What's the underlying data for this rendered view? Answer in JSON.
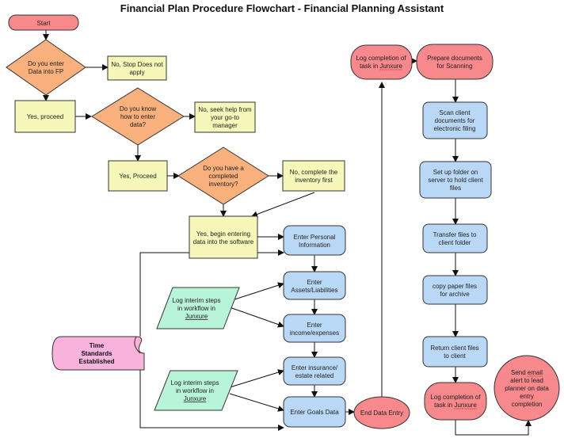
{
  "title": "Financial Plan Procedure Flowchart - Financial Planning Assistant",
  "colors": {
    "start_fill": "#f7888b",
    "decision_fill": "#f8b07c",
    "note_fill": "#f5f8b8",
    "process_fill": "#b9d8f6",
    "log_fill": "#b8f4d8",
    "time_fill": "#f7b3dc",
    "stroke": "#333333"
  },
  "nodes": {
    "start": [
      "Start"
    ],
    "q_enter_data": [
      "Do you enter",
      "Data into FP"
    ],
    "no_stop": [
      "No, Stop Does not",
      "apply"
    ],
    "yes_proceed_1": [
      "Yes, proceed"
    ],
    "q_know_how": [
      "Do you know",
      "how to enter",
      "data?"
    ],
    "no_seek_help": [
      "No, seek help from",
      "your go-to",
      "manager"
    ],
    "yes_proceed_2": [
      "Yes, Proceed"
    ],
    "q_inventory": [
      "Do you have a",
      "completed",
      "inventory?"
    ],
    "no_complete_inventory": [
      "No, complete the",
      "inventory first"
    ],
    "yes_begin": [
      "Yes, begin entering",
      "data into the software"
    ],
    "enter_personal": [
      "Enter Personal",
      "Information"
    ],
    "enter_assets": [
      "Enter",
      "Assets/Liabilities"
    ],
    "enter_income": [
      "Enter",
      "income/expenses"
    ],
    "enter_insurance": [
      "Enter insurance/",
      "estate related"
    ],
    "enter_goals": [
      "Enter Goals Data"
    ],
    "log_interim_1": [
      "Log interim steps",
      "in workflow in",
      "Junxure"
    ],
    "log_interim_2": [
      "Log interim steps",
      "in workflow in",
      "Junxure"
    ],
    "time_standards": [
      "Time",
      "Standards",
      "Established"
    ],
    "end_data_entry": [
      "End Data Entry"
    ],
    "log_completion_top": [
      "Log completion of",
      "task in Junxure"
    ],
    "prepare_docs": [
      "Prepare documents",
      "for Scanning"
    ],
    "scan_docs": [
      "Scan client",
      "documents for",
      "electronic filing"
    ],
    "setup_folder": [
      "Set up folder on",
      "server to hold client",
      "files"
    ],
    "transfer_files": [
      "Transfer files to",
      "client folder"
    ],
    "copy_paper": [
      "copy paper files",
      "for archive"
    ],
    "return_files": [
      "Return client files",
      "to client"
    ],
    "log_completion_bottom": [
      "Log completion of",
      "task in Junxure"
    ],
    "send_email": [
      "Send email",
      "alert to lead",
      "planner on data",
      "entry",
      "completion"
    ]
  }
}
